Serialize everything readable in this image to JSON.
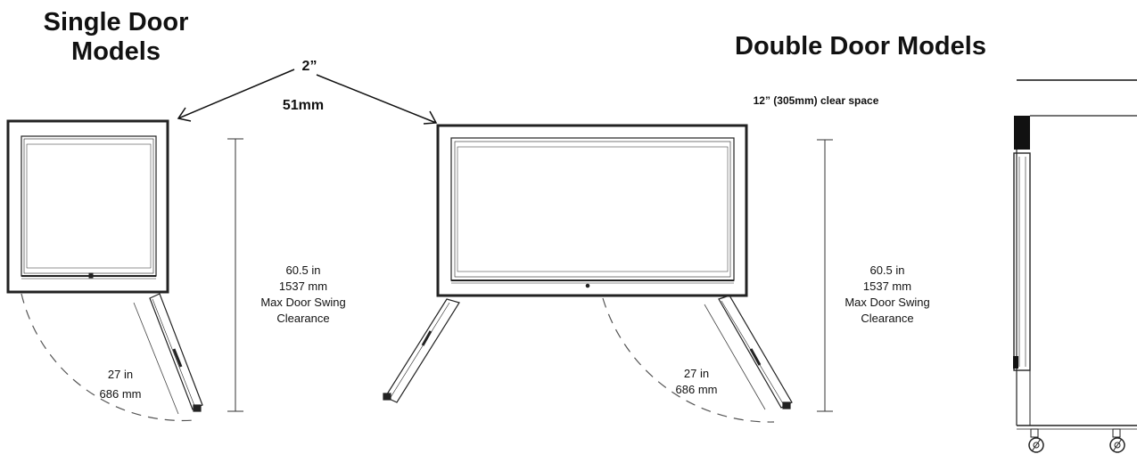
{
  "titles": {
    "single_line1": "Single Door",
    "single_line2": "Models",
    "double": "Double Door Models"
  },
  "gap": {
    "inches": "2”",
    "mm": "51mm"
  },
  "clear_space": "12” (305mm) clear space",
  "single_clearance": {
    "in": "60.5 in",
    "mm": "1537 mm",
    "line3": "Max Door Swing",
    "line4": "Clearance"
  },
  "double_clearance": {
    "in": "60.5 in",
    "mm": "1537 mm",
    "line3": "Max Door Swing",
    "line4": "Clearance"
  },
  "single_door_width": {
    "in": "27 in",
    "mm": "686 mm"
  },
  "double_door_width": {
    "in": "27 in",
    "mm": "686 mm"
  }
}
